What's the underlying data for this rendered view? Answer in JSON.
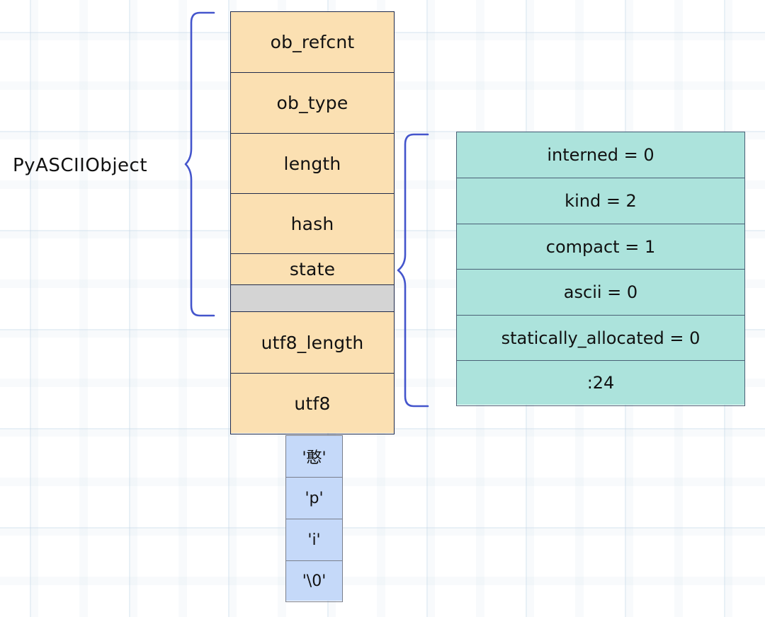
{
  "diagram": {
    "title": "PyASCIIObject memory layout",
    "colors": {
      "struct_fill": "#fbe0b2",
      "struct_border": "#1f2a4a",
      "padding_fill": "#d4d4d4",
      "state_fill": "#ace3dc",
      "state_border": "#4a6176",
      "buffer_fill": "#c5d9f9",
      "buffer_border": "#7a7f8c",
      "brace_stroke": "#4455cc",
      "text": "#111111",
      "background": "#ffffff"
    }
  },
  "ascii_struct": {
    "label": "PyASCIIObject",
    "fields": [
      {
        "name": "ob_refcnt",
        "kind": "field"
      },
      {
        "name": "ob_type",
        "kind": "field"
      },
      {
        "name": "length",
        "kind": "field"
      },
      {
        "name": "hash",
        "kind": "field"
      },
      {
        "name": "state",
        "kind": "field"
      },
      {
        "name": "",
        "kind": "padding"
      },
      {
        "name": "utf8_length",
        "kind": "field"
      },
      {
        "name": "utf8",
        "kind": "field"
      }
    ]
  },
  "state_struct": {
    "fields": [
      {
        "name": "interned = 0"
      },
      {
        "name": "kind = 2"
      },
      {
        "name": "compact = 1"
      },
      {
        "name": "ascii = 0"
      },
      {
        "name": "statically_allocated = 0"
      },
      {
        "name": ":24"
      }
    ]
  },
  "utf8_buffer": {
    "bytes": [
      {
        "value": "'憨'"
      },
      {
        "value": "'p'"
      },
      {
        "value": "'i'"
      },
      {
        "value": "'\\0'"
      }
    ]
  }
}
